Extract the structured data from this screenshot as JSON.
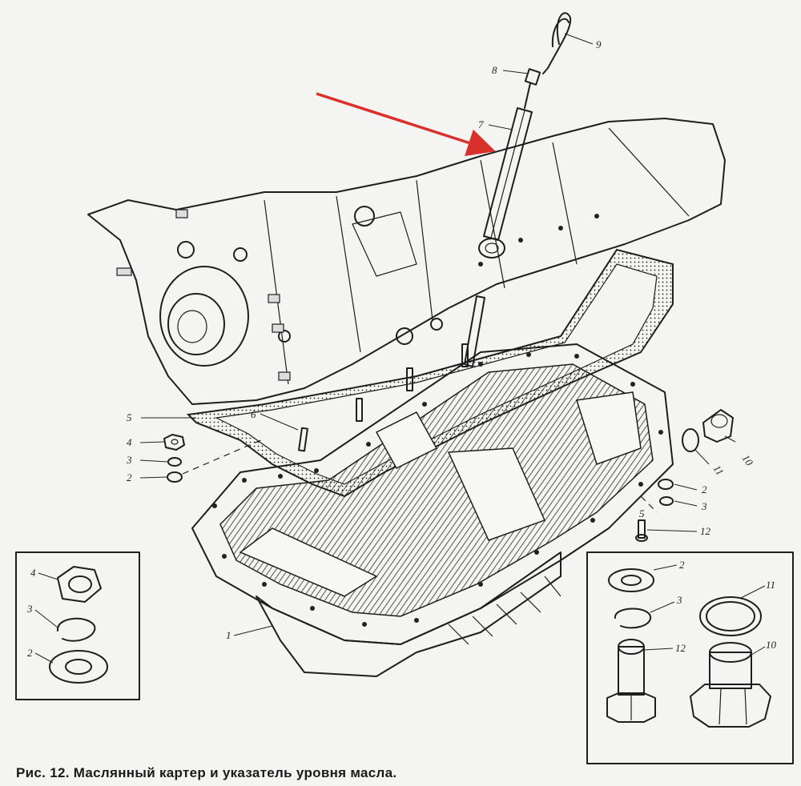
{
  "caption": "Рис. 12. Маслянный картер и указатель уровня масла.",
  "colors": {
    "arrow": "#d9302b",
    "ink": "#1e1e1e",
    "paper": "#f4f4f2"
  },
  "callouts": {
    "main": [
      "9",
      "8",
      "7",
      "6",
      "5",
      "4",
      "3",
      "2",
      "1",
      "10",
      "11",
      "2",
      "3",
      "5",
      "12"
    ],
    "inset_left": [
      "4",
      "3",
      "2"
    ],
    "inset_right": [
      "2",
      "3",
      "11",
      "10",
      "12"
    ]
  }
}
